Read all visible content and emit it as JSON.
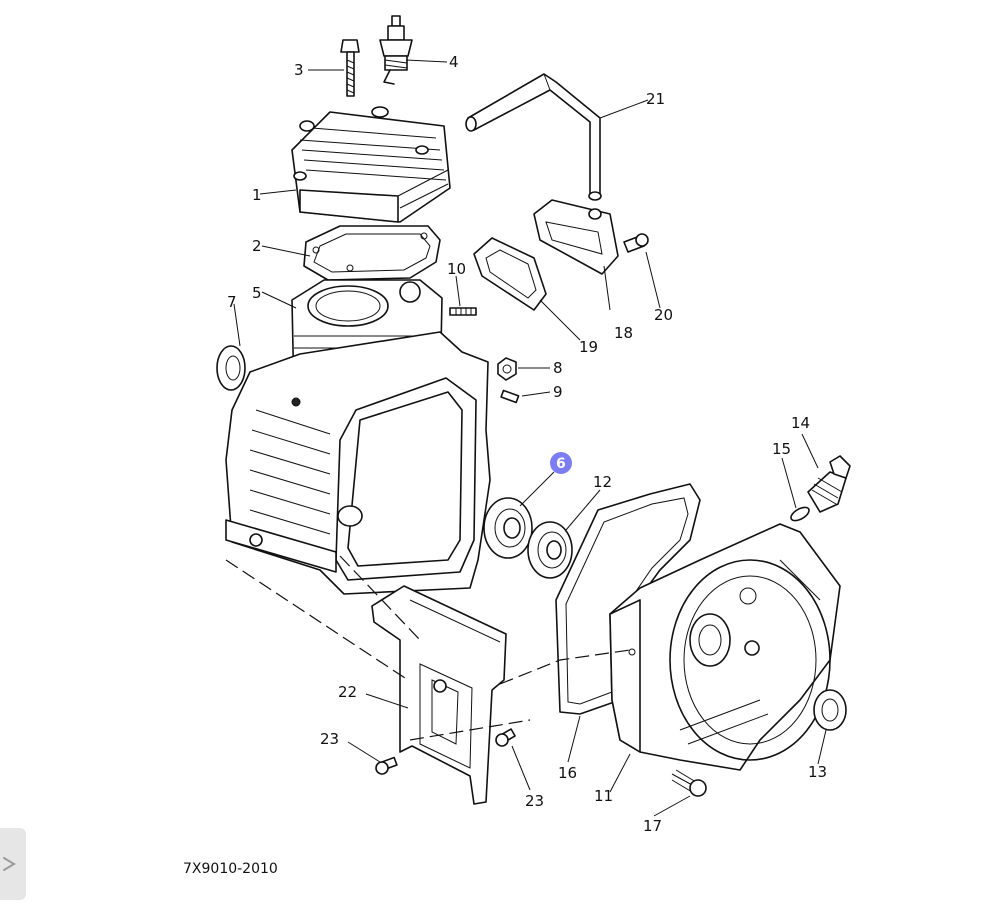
{
  "parts": [
    {
      "id": "part-1",
      "label": "1"
    },
    {
      "id": "part-2",
      "label": "2"
    },
    {
      "id": "part-3",
      "label": "3"
    },
    {
      "id": "part-4",
      "label": "4"
    },
    {
      "id": "part-5",
      "label": "5"
    },
    {
      "id": "part-6",
      "label": "6"
    },
    {
      "id": "part-7",
      "label": "7"
    },
    {
      "id": "part-8",
      "label": "8"
    },
    {
      "id": "part-9",
      "label": "9"
    },
    {
      "id": "part-10",
      "label": "10"
    },
    {
      "id": "part-11",
      "label": "11"
    },
    {
      "id": "part-12",
      "label": "12"
    },
    {
      "id": "part-13",
      "label": "13"
    },
    {
      "id": "part-14",
      "label": "14"
    },
    {
      "id": "part-15",
      "label": "15"
    },
    {
      "id": "part-16",
      "label": "16"
    },
    {
      "id": "part-17",
      "label": "17"
    },
    {
      "id": "part-18",
      "label": "18"
    },
    {
      "id": "part-19",
      "label": "19"
    },
    {
      "id": "part-20",
      "label": "20"
    },
    {
      "id": "part-21",
      "label": "21"
    },
    {
      "id": "part-22",
      "label": "22"
    },
    {
      "id": "part-23a",
      "label": "23"
    },
    {
      "id": "part-23b",
      "label": "23"
    }
  ],
  "highlighted_part": "6",
  "highlight_color": "#6f6ff2",
  "diagram_code": "7X9010-2010",
  "side_tab_icon": "chevron-left-icon"
}
